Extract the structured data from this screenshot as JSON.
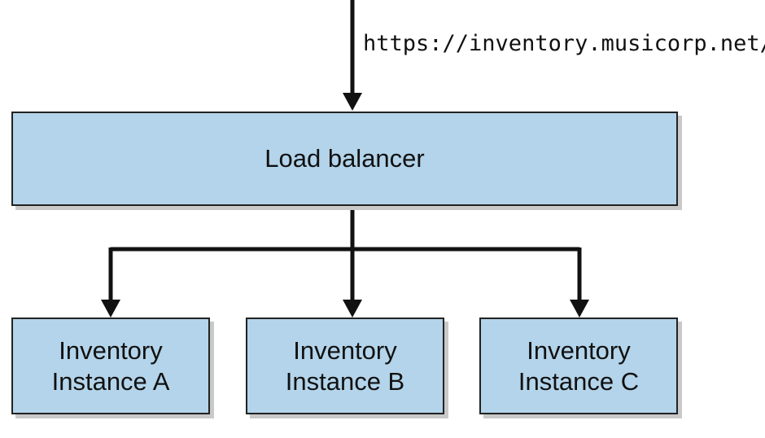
{
  "request_url": "https://inventory.musicorp.net/",
  "load_balancer": {
    "label": "Load balancer"
  },
  "instances": [
    {
      "line1": "Inventory",
      "line2": "Instance A"
    },
    {
      "line1": "Inventory",
      "line2": "Instance B"
    },
    {
      "line1": "Inventory",
      "line2": "Instance C"
    }
  ],
  "colors": {
    "box_fill": "#b3d4ea",
    "stroke": "#111111",
    "shadow": "#c9c9c9"
  }
}
